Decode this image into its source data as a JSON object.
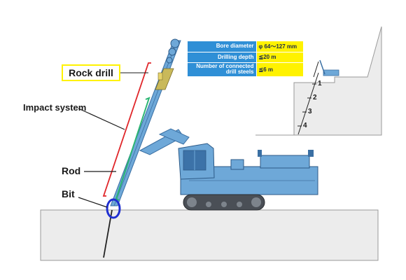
{
  "specs": [
    {
      "label": "Bore diameter",
      "value": "φ 64〜127 mm"
    },
    {
      "label": "Drilling depth",
      "value": "≦20 m"
    },
    {
      "label": "Number of connected drill steels",
      "value": "≦6 m"
    }
  ],
  "labels": {
    "rock_drill": "Rock drill",
    "impact_system": "Impact system",
    "rod": "Rod",
    "bit": "Bit"
  },
  "bench_steps": [
    "1",
    "2",
    "3",
    "4"
  ],
  "colors": {
    "rig_blue": "#6ea8d8",
    "rig_dark": "#3a6fa3",
    "bracket_red": "#e0262a",
    "bracket_green": "#2bb673",
    "bit_circle": "#1f2fd1",
    "spec_header": "#2f8fd6",
    "spec_value": "#fff200",
    "ground_fill": "#ececec"
  }
}
